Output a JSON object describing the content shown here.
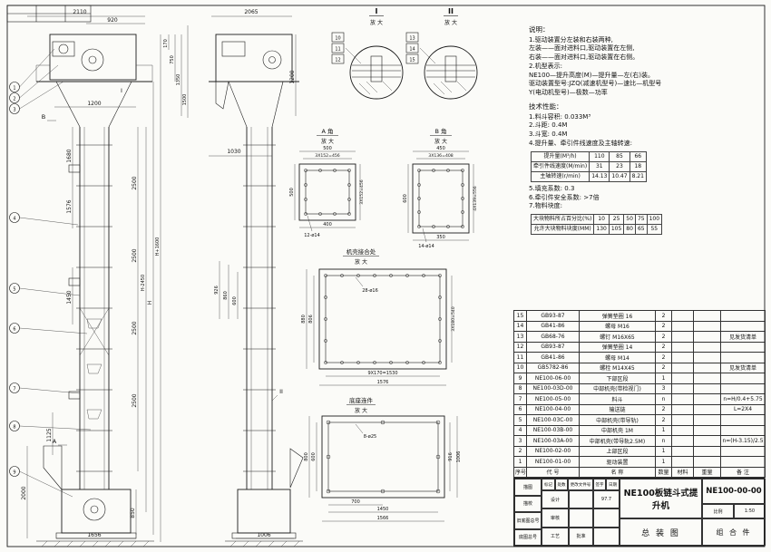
{
  "view1": {
    "top_width": "2110",
    "top_width2": "920",
    "head_h1": "170",
    "head_h2": "750",
    "head_h3": "1350",
    "head_h4": "1500",
    "head_w": "1200",
    "upper1": "1680",
    "upper2": "1576",
    "seg": "2500",
    "mid": "1450",
    "h_plus": "H+1600",
    "h_minus": "H-2450",
    "h": "H",
    "inlet_h": "1125",
    "boot_h": "2000",
    "boot_h2": "850",
    "boot_w": "1656",
    "balloons": [
      "1",
      "2",
      "3",
      "4",
      "5",
      "6",
      "7",
      "8",
      "9"
    ],
    "marks": {
      "a": "A",
      "b": "B",
      "i": "I",
      "ii": "II"
    }
  },
  "view2": {
    "top_width": "2065",
    "head_h": "1200",
    "mid_w": "1030",
    "d1": "926",
    "d2": "860",
    "d3": "600",
    "boot_w": "1006"
  },
  "detailI": {
    "title": "I",
    "sub": "放 大",
    "items": [
      "10",
      "11",
      "12"
    ]
  },
  "detailII": {
    "title": "II",
    "sub": "放 大",
    "items": [
      "13",
      "14",
      "15"
    ]
  },
  "detailA": {
    "title": "A 角",
    "sub": "放 大",
    "dims": {
      "t1": "500",
      "t2": "3X152=456",
      "l": "500",
      "r": "3X152=456",
      "b": "400",
      "holes": "12-ø14"
    }
  },
  "detailB": {
    "title": "B 角",
    "sub": "放 大",
    "dims": {
      "t1": "450",
      "t2": "3X136=408",
      "l": "600",
      "r": "4X139=556",
      "b": "350",
      "holes": "14-ø14"
    }
  },
  "detailJoint": {
    "title": "机壳接合处",
    "sub": "放 大",
    "dims": {
      "l1": "880",
      "l2": "806",
      "r1": "3X180=540",
      "b1": "9X170=1530",
      "b2": "1576",
      "holes": "28-ø16"
    }
  },
  "detailBase": {
    "title": "底座连件",
    "sub": "放 大",
    "dims": {
      "l1": "600",
      "l2": "800",
      "r1": "916",
      "r2": "1006",
      "b1": "700",
      "b2": "1450",
      "b3": "1566",
      "holes": "8-ø25"
    }
  },
  "notes": {
    "heading": "说明：",
    "lines": [
      "1.驱动装置分左装和右装两种,",
      "  左装——面对进料口,驱动装置在左侧,",
      "  右装——面对进料口,驱动装置在右侧。",
      "2.机型表示:",
      "  NE100—提升高度(M)—提升量—左(右)装。",
      "  驱动装置型号:JZQ(减速机型号)—速比—机型号",
      "  Y(电动机型号)—极数—功率"
    ]
  },
  "tech": {
    "heading": "技术性能：",
    "lines1": [
      "1.料斗容积: 0.033M³",
      "2.斗距: 0.4M",
      "3.斗宽: 0.4M",
      "4.提升量、牵引件线速度及主轴转速:"
    ],
    "table1": {
      "rows": [
        [
          "提升量(M³/h)",
          "110",
          "85",
          "66"
        ],
        [
          "牵引件线速度(M/min)",
          "31",
          "23",
          "18"
        ],
        [
          "主轴转速(r/min)",
          "14.13",
          "10.47",
          "8.21"
        ]
      ]
    },
    "lines2": [
      "5.填充系数: 0.3",
      "6.牵引件安全系数: >7倍",
      "7.物料块度:"
    ],
    "table2": {
      "rows": [
        [
          "大块物料所占百分比(%)",
          "10",
          "25",
          "50",
          "75",
          "100"
        ],
        [
          "允许大块物料块度(MM)",
          "130",
          "105",
          "80",
          "65",
          "55"
        ]
      ]
    }
  },
  "bom": {
    "headers": [
      "序号",
      "代  号",
      "名  称",
      "数量",
      "材料",
      "重量",
      "备  注"
    ],
    "rows": [
      [
        "15",
        "GB93-87",
        "弹簧垫圈 16",
        "2",
        "",
        "",
        ""
      ],
      [
        "14",
        "GB41-86",
        "螺母 M16",
        "2",
        "",
        "",
        ""
      ],
      [
        "13",
        "GB68-76",
        "螺钉 M16X65",
        "2",
        "",
        "",
        "见发货清单"
      ],
      [
        "12",
        "GB93-87",
        "弹簧垫圈 14",
        "2",
        "",
        "",
        ""
      ],
      [
        "11",
        "GB41-86",
        "螺母 M14",
        "2",
        "",
        "",
        ""
      ],
      [
        "10",
        "GB5782-86",
        "螺栓 M14X45",
        "2",
        "",
        "",
        "见发货清单"
      ],
      [
        "9",
        "NE100-06-00",
        "下部区段",
        "1",
        "",
        "",
        ""
      ],
      [
        "8",
        "NE100-03D-00",
        "中部机壳(带检视门)",
        "3",
        "",
        "",
        ""
      ],
      [
        "7",
        "NE100-05-00",
        "料斗",
        "n",
        "",
        "",
        "n=H/0.4+5.75"
      ],
      [
        "6",
        "NE100-04-00",
        "输送链",
        "2",
        "",
        "",
        "L=2X4"
      ],
      [
        "5",
        "NE100-03C-00",
        "中部机壳(带导轨)",
        "2",
        "",
        "",
        ""
      ],
      [
        "4",
        "NE100-03B-00",
        "中部机壳 1M",
        "1",
        "",
        "",
        ""
      ],
      [
        "3",
        "NE100-03A-00",
        "中部机壳(带导轨2.5M)",
        "n",
        "",
        "",
        "n=(H-3.15)/2.5"
      ],
      [
        "2",
        "NE100-02-00",
        "上部区段",
        "1",
        "",
        "",
        ""
      ],
      [
        "1",
        "NE100-01-00",
        "驱动装置",
        "1",
        "",
        "",
        ""
      ]
    ]
  },
  "titleblock": {
    "aux": [
      "描图",
      "描校",
      "旧底图总号",
      "底图总号"
    ],
    "sig_header": [
      "标记",
      "处数",
      "更改文件号",
      "签字",
      "日期"
    ],
    "r1a": "设计",
    "r1c": "97.7",
    "r2a": "审核",
    "r3a": "工艺",
    "r3b": "批准",
    "title1": "NE100板链斗式提升机",
    "title2": "总 装 图",
    "scale_label": "比例",
    "scale": "1:50",
    "drawing_no": "NE100-00-00",
    "part_kind": "组 合 件"
  }
}
